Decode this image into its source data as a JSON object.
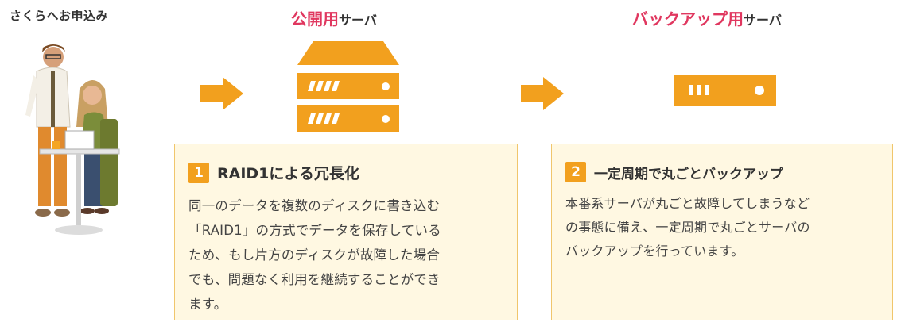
{
  "customer": {
    "label": "さくらへお申込み"
  },
  "public_server": {
    "heading_accent": "公開用",
    "heading_suffix": "サーバ"
  },
  "backup_server": {
    "heading_accent": "バックアップ用",
    "heading_suffix": "サーバ"
  },
  "box1": {
    "number": "1",
    "title": "RAID1による冗長化",
    "body": "同一のデータを複数のディスクに書き込む\n「RAID1」の方式でデータを保存している\nため、もし片方のディスクが故障した場合\nでも、問題なく利用を継続することができ\nます。"
  },
  "box2": {
    "number": "2",
    "title": "一定周期で丸ごとバックアップ",
    "body": "本番系サーバが丸ごと故障してしまうなど\nの事態に備え、一定周期で丸ごとサーバの\nバックアップを行っています。"
  },
  "colors": {
    "accent": "#e0375f",
    "server": "#f2a01e",
    "box_bg": "#fff8e2",
    "box_border": "#f0c66c"
  }
}
